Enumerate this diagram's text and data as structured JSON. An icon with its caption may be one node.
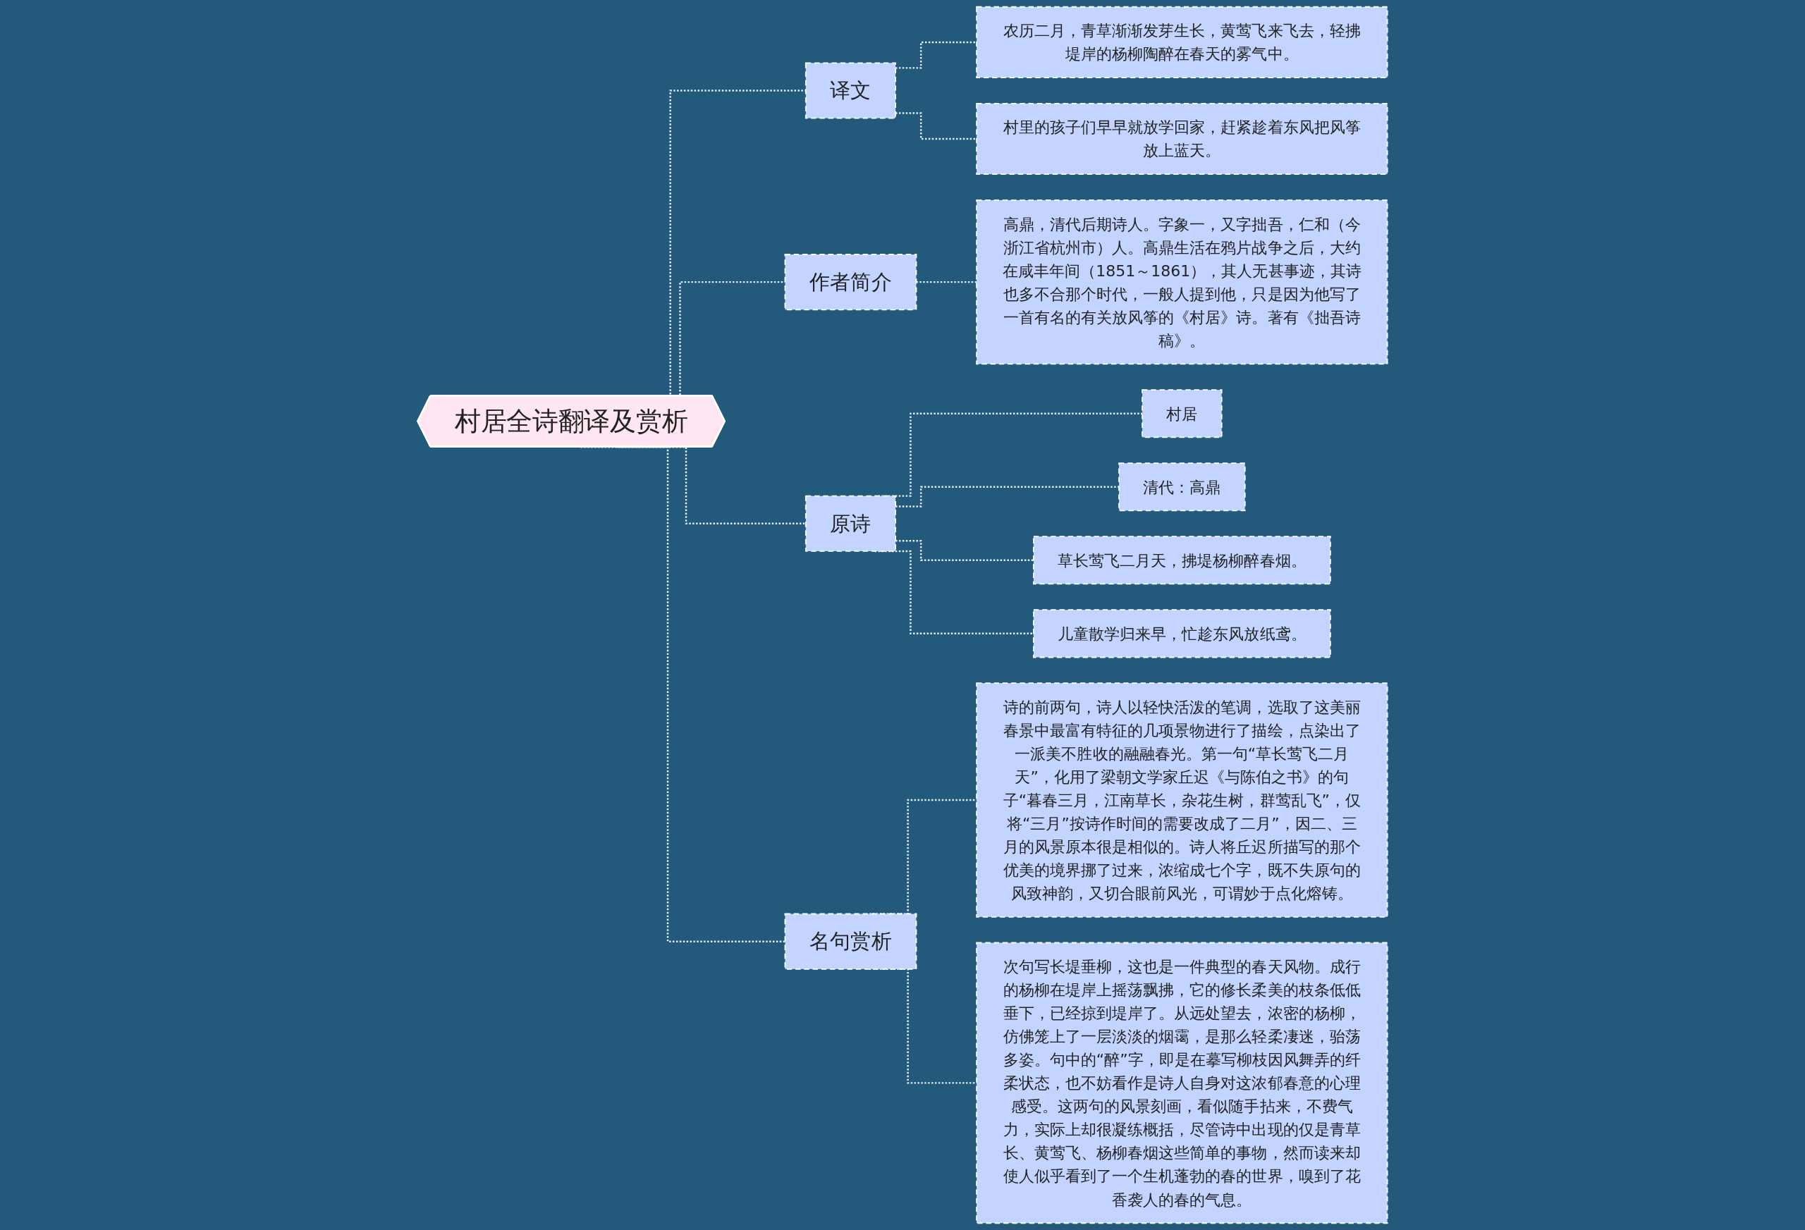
{
  "diagram": {
    "nodes": [
      {
        "text": [
          "村居全诗翻译及赏析"
        ]
      },
      {
        "text": [
          "译文"
        ]
      },
      {
        "text": [
          "农历二月，青草渐渐发芽生长，黄莺飞来飞去，轻拂堤岸的杨柳陶醉在春天的雾气中。"
        ]
      },
      {
        "text": [
          "村里的孩子们早早就放学回家，赶紧趁着东风把风筝放上蓝天。"
        ]
      },
      {
        "text": [
          "作者简介"
        ]
      },
      {
        "text": [
          "高鼎，清代后期诗人。字象一，又字拙吾，仁和（今浙江省杭州市）人。高鼎生活在鸦片战争之后，大约在咸丰年间（1851～1861），其人无甚事迹，其诗也多不合那个时代，一般人提到他，只是因为他写了一首有名的有关放风筝的《村居》诗。著有《拙吾诗稿》。"
        ]
      },
      {
        "text": [
          "原诗"
        ]
      },
      {
        "text": [
          "村居"
        ]
      },
      {
        "text": [
          "清代：高鼎"
        ]
      },
      {
        "text": [
          "草长莺飞二月天，拂堤杨柳醉春烟。"
        ]
      },
      {
        "text": [
          "儿童散学归来早，忙趁东风放纸鸢。"
        ]
      },
      {
        "text": [
          "名句赏析"
        ]
      },
      {
        "text": [
          "诗的前两句，诗人以轻快活泼的笔调，选取了这美丽春景中最富有特征的几项景物进行了描绘，点染出了一派美不胜收的融融春光。第一句“草长莺飞二月天”，化用了梁朝文学家丘迟《与陈伯之书》的句子“暮春三月，江南草长，杂花生树，群莺乱飞”，仅将“三月”按诗作时间的需要改成了二月”，因二、三月的风景原本很是相似的。诗人将丘迟所描写的那个优美的境界挪了过来，浓缩成七个字，既不失原句的风致神韵，又切合眼前风光，可谓妙于点化熔铸。"
        ]
      },
      {
        "text": [
          "次句写长堤垂柳，这也是一件典型的春天风物。成行的杨柳在堤岸上摇荡飘拂，它的修长柔美的枝条低低垂下，已经掠到堤岸了。从远处望去，浓密的杨柳，仿佛笼上了一层淡淡的烟霭，是那么轻柔凄迷，骀荡多姿。句中的“醉”字，即是在摹写柳枝因风舞弄的纤柔状态，也不妨看作是诗人自身对这浓郁春意的心理感受。这两句的风景刻画，看似随手拈来，不费气力，实际上却很凝练概括，尽管诗中出现的仅是青草长、黄莺飞、杨柳春烟这些简单的事物，然而读来却使人似乎看到了一个生机蓬勃的春的世界，嗅到了花香袭人的春的气息。"
        ]
      }
    ],
    "edges": [
      {
        "from": 0,
        "to": 1,
        "arrow": "none",
        "style": "dashed"
      },
      {
        "from": 1,
        "to": 2,
        "arrow": "none",
        "style": "dashed"
      },
      {
        "from": 1,
        "to": 3,
        "arrow": "none",
        "style": "dashed"
      },
      {
        "from": 0,
        "to": 4,
        "arrow": "none",
        "style": "dashed"
      },
      {
        "from": 4,
        "to": 5,
        "arrow": "none",
        "style": "dashed"
      },
      {
        "from": 0,
        "to": 6,
        "arrow": "none",
        "style": "dashed"
      },
      {
        "from": 6,
        "to": 7,
        "arrow": "none",
        "style": "dashed"
      },
      {
        "from": 6,
        "to": 8,
        "arrow": "none",
        "style": "dashed"
      },
      {
        "from": 6,
        "to": 9,
        "arrow": "none",
        "style": "dashed"
      },
      {
        "from": 6,
        "to": 10,
        "arrow": "none",
        "style": "dashed"
      },
      {
        "from": 0,
        "to": 11,
        "arrow": "none",
        "style": "dashed"
      },
      {
        "from": 11,
        "to": 12,
        "arrow": "none",
        "style": "dashed"
      },
      {
        "from": 11,
        "to": 13,
        "arrow": "none",
        "style": "dashed"
      }
    ]
  }
}
